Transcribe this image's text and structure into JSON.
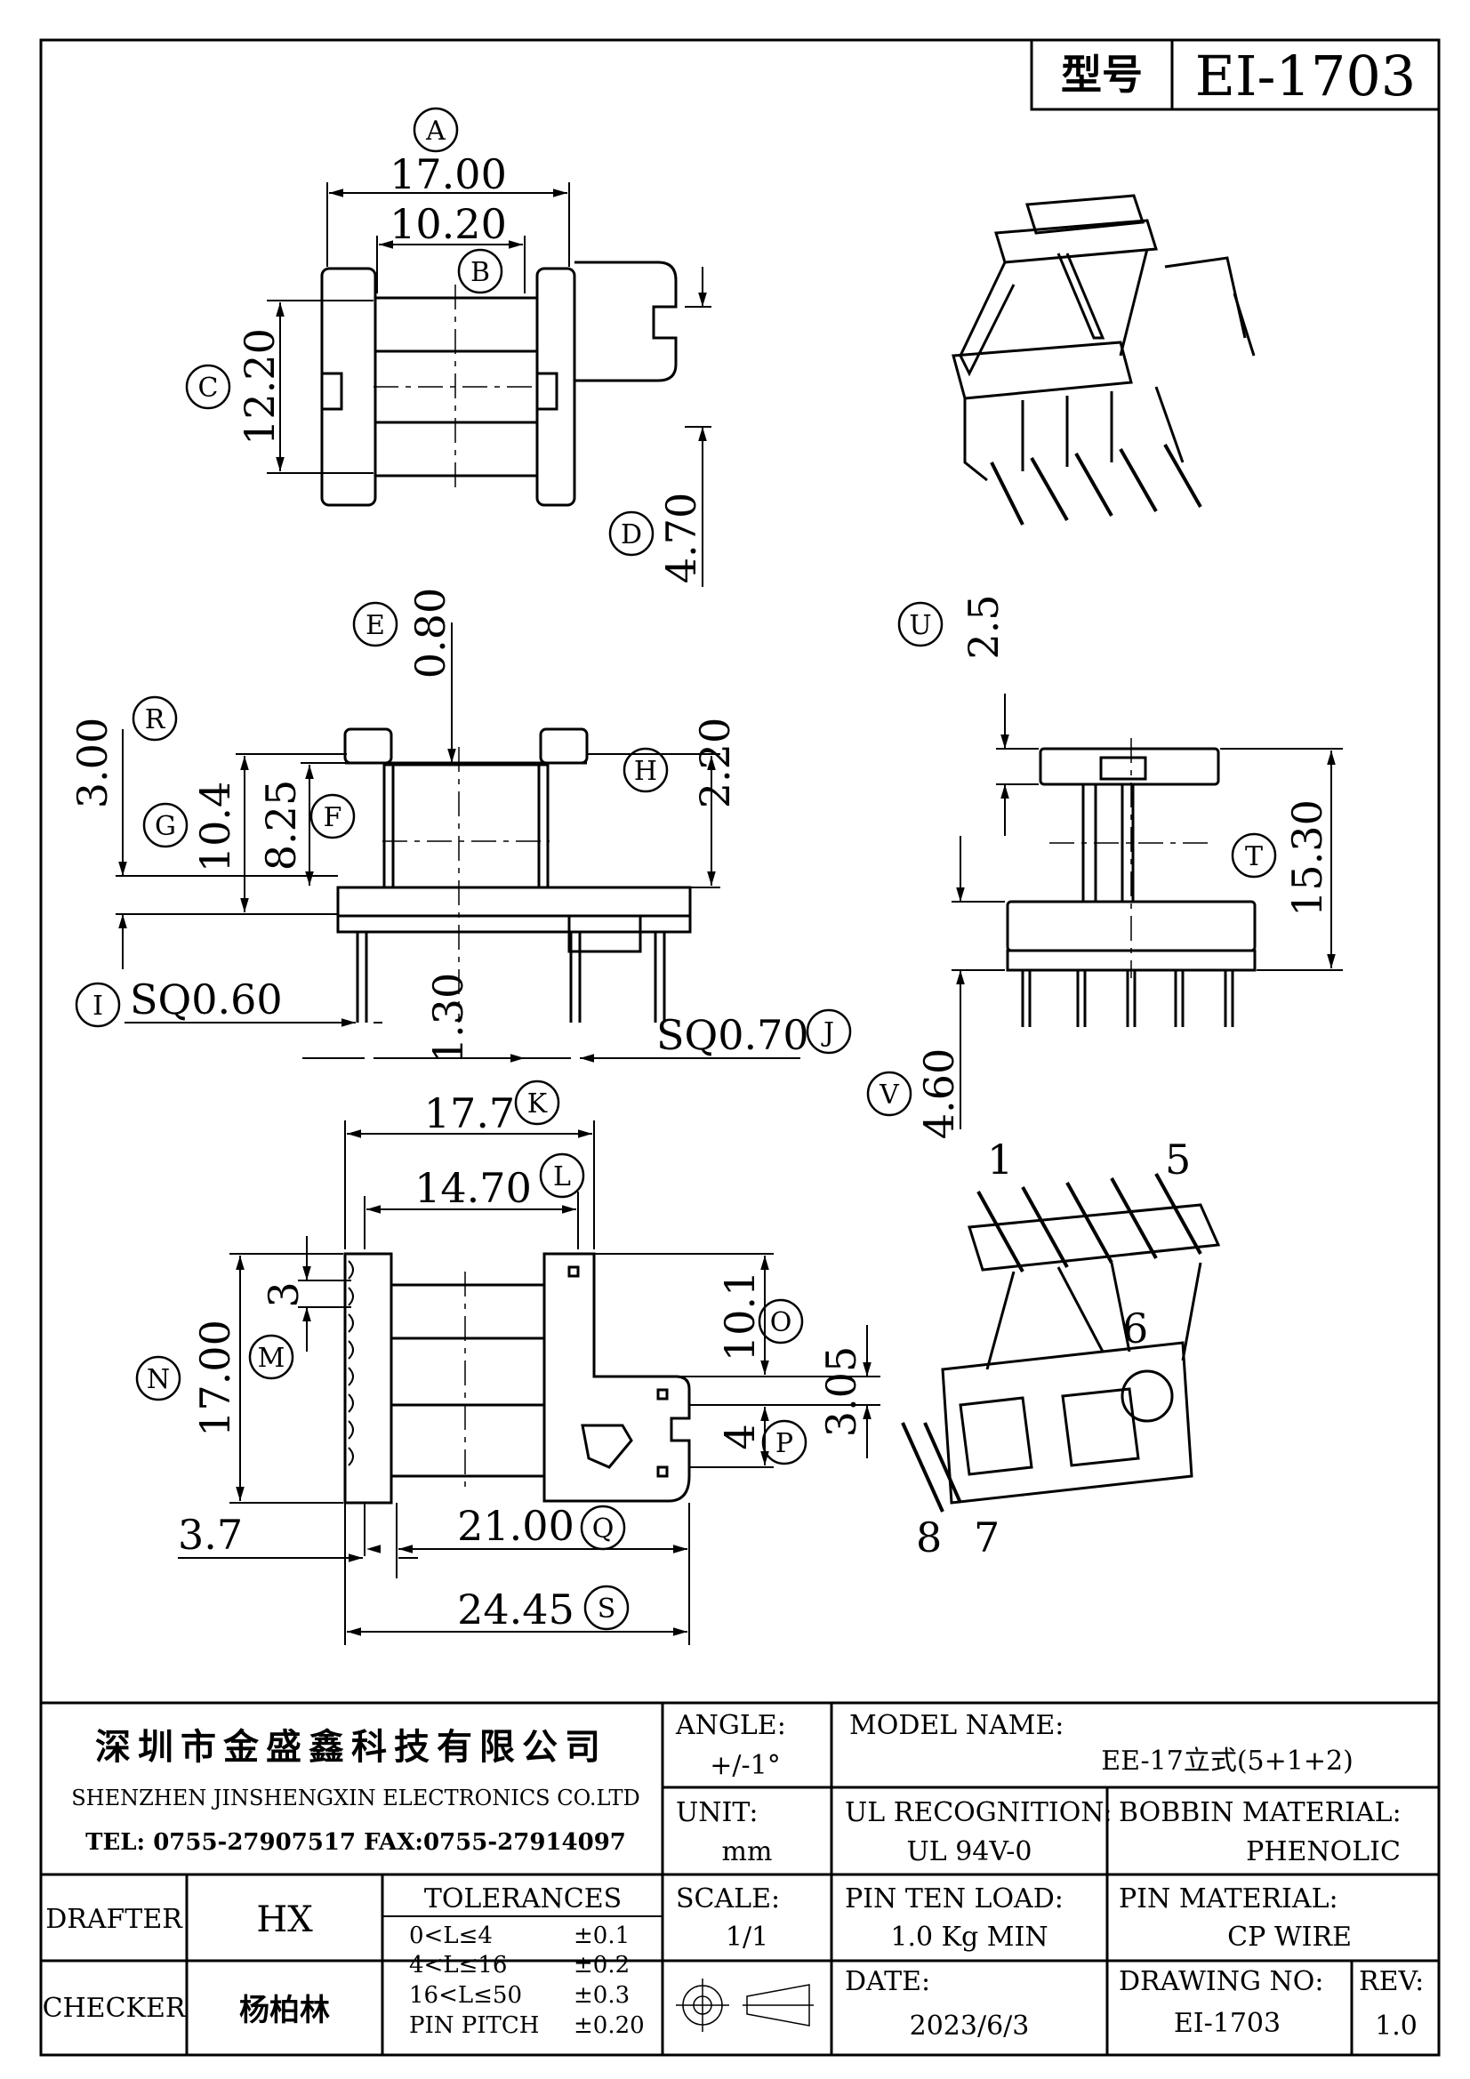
{
  "header": {
    "type_label": "型号",
    "model_code": "EI-1703"
  },
  "dimensions": {
    "A": "17.00",
    "B": "10.20",
    "C": "12.20",
    "D": "4.70",
    "E": "0.80",
    "F": "8.25",
    "G": "10.4",
    "H": "2.20",
    "I": "SQ0.60",
    "J": "SQ0.70",
    "R": "3.00",
    "pin_len": "1.30",
    "U": "2.5",
    "T": "15.30",
    "V": "4.60",
    "K": "17.7",
    "L": "14.70",
    "M": "3",
    "N": "17.00",
    "O": "10.1",
    "P": "4",
    "P2": "3.05",
    "Q": "21.00",
    "S": "24.45",
    "left_offset": "3.7"
  },
  "callouts": [
    "A",
    "B",
    "C",
    "D",
    "E",
    "F",
    "G",
    "H",
    "I",
    "J",
    "R",
    "U",
    "T",
    "V",
    "K",
    "L",
    "M",
    "N",
    "O",
    "P",
    "Q",
    "S"
  ],
  "pin_labels": {
    "p1": "1",
    "p5": "5",
    "p6": "6",
    "p7": "7",
    "p8": "8"
  },
  "title_block": {
    "company_cn": "深圳市金盛鑫科技有限公司",
    "company_en": "SHENZHEN JINSHENGXIN ELECTRONICS CO.LTD",
    "contact": "TEL: 0755-27907517  FAX:0755-27914097",
    "angle_label": "ANGLE:",
    "angle_value": "+/-1°",
    "model_name_label": "MODEL NAME:",
    "model_name_value": "EE-17立式(5+1+2)",
    "unit_label": "UNIT:",
    "unit_value": "mm",
    "ul_label": "UL RECOGNITION:",
    "ul_value": "UL 94V-0",
    "bobbin_label": "BOBBIN MATERIAL:",
    "bobbin_value": "PHENOLIC",
    "drafter_label": "DRAFTER",
    "drafter_value": "HX",
    "tolerances_label": "TOLERANCES",
    "tolerances": [
      {
        "range": "0<L≤4",
        "value": "±0.1"
      },
      {
        "range": "4<L≤16",
        "value": "±0.2"
      },
      {
        "range": "16<L≤50",
        "value": "±0.3"
      },
      {
        "range": "PIN PITCH",
        "value": "±0.20"
      }
    ],
    "scale_label": "SCALE:",
    "scale_value": "1/1",
    "pin_load_label": "PIN TEN LOAD:",
    "pin_load_value": "1.0 Kg MIN",
    "pin_material_label": "PIN MATERIAL:",
    "pin_material_value": "CP WIRE",
    "checker_label": "CHECKER",
    "checker_value": "杨柏林",
    "date_label": "DATE:",
    "date_value": "2023/6/3",
    "drawing_no_label": "DRAWING NO:",
    "drawing_no_value": "EI-1703",
    "rev_label": "REV:",
    "rev_value": "1.0"
  }
}
